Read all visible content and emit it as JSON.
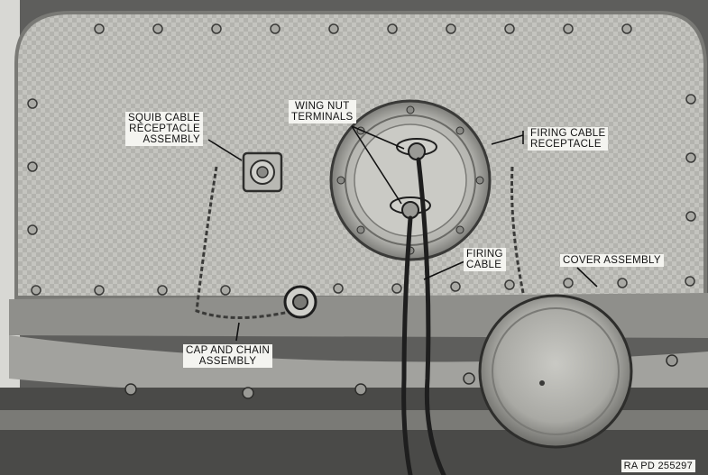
{
  "labels": {
    "squib": [
      "SQUIB CABLE",
      "RECEPTACLE",
      "ASSEMBLY"
    ],
    "wing_nut": [
      "WING NUT",
      "TERMINALS"
    ],
    "firing_receptacle": [
      "FIRING CABLE",
      "RECEPTACLE"
    ],
    "firing_cable": [
      "FIRING",
      "CABLE"
    ],
    "cover": [
      "COVER ASSEMBLY"
    ],
    "cap_chain": [
      "CAP AND CHAIN",
      "ASSEMBLY"
    ]
  },
  "reference": "RA PD 255297",
  "colors": {
    "panel": "#bdbdb8",
    "frame": "#8a8a86",
    "dark": "#2a2a2a",
    "label_bg": "#f4f4f0"
  }
}
